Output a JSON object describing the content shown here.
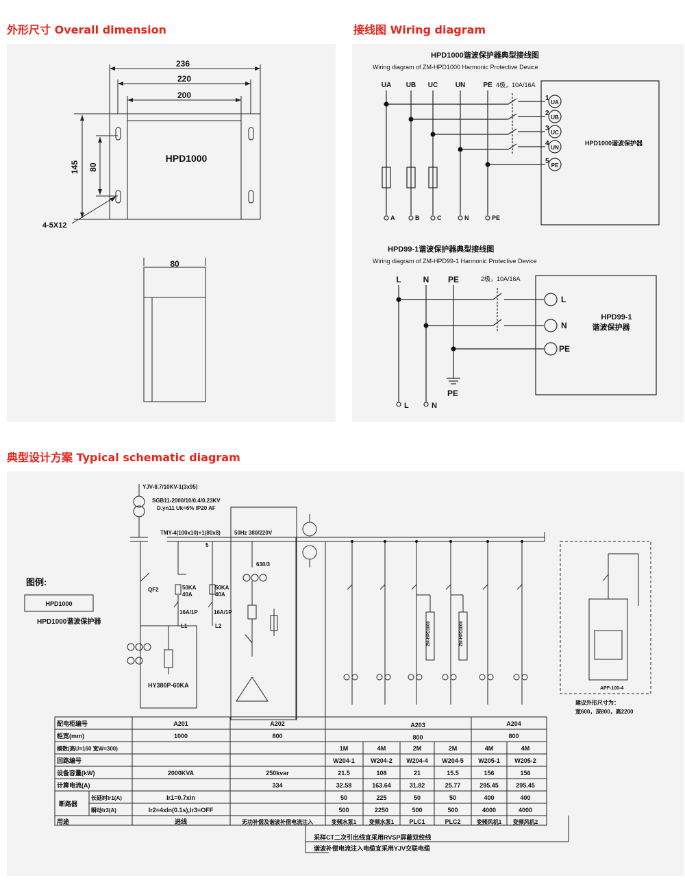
{
  "sections": {
    "overall": {
      "cn": "外形尺寸",
      "en": "Overall dimension"
    },
    "wiring": {
      "cn": "接线图",
      "en": "Wiring diagram"
    },
    "typical": {
      "cn": "典型设计方案",
      "en": "Typical schematic diagram"
    }
  },
  "dimension": {
    "w236": "236",
    "w220": "220",
    "w200": "200",
    "h145": "145",
    "h80": "80",
    "holes": "4-5X12",
    "model": "HPD1000",
    "side_w": "80"
  },
  "wiring1": {
    "title": "HPD1000谐波保护器典型接线图",
    "subtitle": "Wiring diagram of ZM-HPD1000 Harmonic Protective Device",
    "top_labels": [
      "UA",
      "UB",
      "UC",
      "UN",
      "PE"
    ],
    "breaker": "4极，10A/16A",
    "terminals": [
      {
        "num": "1",
        "label": "UA"
      },
      {
        "num": "2",
        "label": "UB"
      },
      {
        "num": "3",
        "label": "UC"
      },
      {
        "num": "4",
        "label": "UN"
      },
      {
        "num": "5",
        "label": "PE"
      }
    ],
    "device": "HPD1000谐波保护器",
    "bottom_labels": [
      "A",
      "B",
      "C",
      "N",
      "PE"
    ]
  },
  "wiring2": {
    "title": "HPD99-1谐波保护器典型接线图",
    "subtitle": "Wiring diagram of ZM-HPD99-1 Harmonic Protective Device",
    "top_labels": [
      "L",
      "N",
      "PE"
    ],
    "breaker": "2极，10A/16A",
    "terminals": [
      "L",
      "N",
      "PE"
    ],
    "device_line1": "HPD99-1",
    "device_line2": "谐波保护器",
    "ground_label": "PE",
    "bottom_labels": [
      "L",
      "N"
    ]
  },
  "schematic": {
    "cable": "YJV-8.7/10KV-1(3x95)",
    "transformer": "SGB11-2000/10/0.4/0.23KV",
    "transformer_spec": "D.yn11 Uk=6% IP20 AF",
    "busbar": "TMY-4(100x10)+1(80x8)",
    "bus_num": "5",
    "freq": "50Hz 380/220V",
    "ct": "630/3",
    "qf": "QF2",
    "spd1": "50KA\n40A",
    "spd1_a": "50KA",
    "spd1_b": "40A",
    "spd2_a": "50KA",
    "spd2_b": "40A",
    "mcb1": "16A/1P",
    "mcb2": "16A/1P",
    "l1": "L1",
    "l2": "L2",
    "arrester": "HY380P-60KA",
    "legend_title": "图例:",
    "legend_box": "HPD1000",
    "legend_desc": "HPD1000谐波保护器",
    "device_vert": "ZM-HPD1000",
    "apf": "APF-100-4",
    "apf_note1": "建议外形尺寸为：",
    "apf_note2": "宽600，深800，高2200",
    "note1": "采样CT二次引出线宜采用RVSP屏蔽双绞线",
    "note2": "谐波补偿电流注入电缆宜采用YJV交联电缆"
  },
  "table": {
    "row_labels": [
      "配电柜编号",
      "柜宽(mm)",
      "模数(高U=160 宽W=300)",
      "回路编号",
      "设备容量(kW)",
      "计算电流(A)",
      "断路器",
      "用途"
    ],
    "breaker_sub": [
      "长延时Ir1(A)",
      "瞬动Ir3(A)"
    ],
    "cabinets": [
      {
        "id": "A201",
        "width": "1000",
        "capacity": "2000KVA",
        "current": "",
        "ir1": "Ir1=0.7xIn",
        "ir3": "Ir2=4xIn(0.1s),Ir3=OFF",
        "use": "进线"
      },
      {
        "id": "A202",
        "width": "800",
        "capacity": "250kvar",
        "current": "334",
        "ir1": "",
        "ir3": "",
        "use": "无功补偿及谐波补偿电流注入"
      },
      {
        "id": "A203",
        "width": "800"
      },
      {
        "id": "A204",
        "width": "800"
      }
    ],
    "circuits": [
      {
        "module": "1M",
        "code": "W204-1",
        "kw": "21.5",
        "amp": "32.58",
        "ir1": "50",
        "ir3": "500",
        "use": "变频水泵1"
      },
      {
        "module": "4M",
        "code": "W204-2",
        "kw": "108",
        "amp": "163.64",
        "ir1": "225",
        "ir3": "2250",
        "use": "变频水泵1"
      },
      {
        "module": "2M",
        "code": "W204-4",
        "kw": "21",
        "amp": "31.82",
        "ir1": "50",
        "ir3": "500",
        "use": "PLC1"
      },
      {
        "module": "2M",
        "code": "W204-5",
        "kw": "15.5",
        "amp": "25.77",
        "ir1": "50",
        "ir3": "500",
        "use": "PLC2"
      },
      {
        "module": "4M",
        "code": "W205-1",
        "kw": "156",
        "amp": "295.45",
        "ir1": "400",
        "ir3": "4000",
        "use": "变频风机1"
      },
      {
        "module": "4M",
        "code": "W205-2",
        "kw": "156",
        "amp": "295.45",
        "ir1": "400",
        "ir3": "4000",
        "use": "变频风机2"
      }
    ]
  }
}
